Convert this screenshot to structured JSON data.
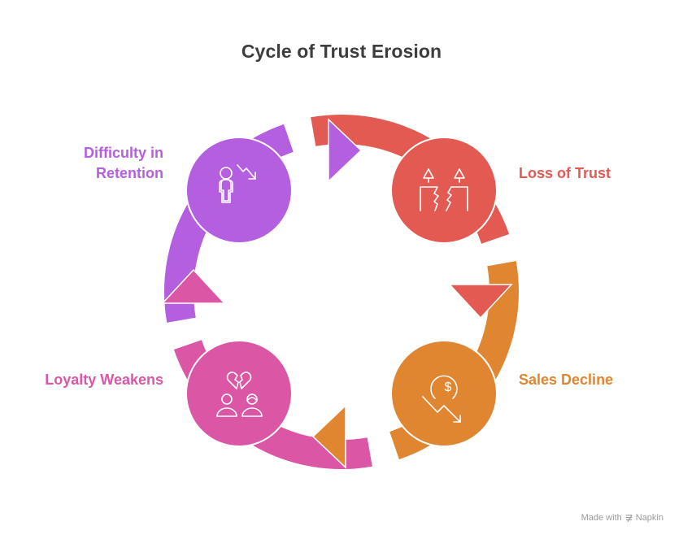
{
  "title": "Cycle of Trust Erosion",
  "stages": [
    {
      "id": "loss-of-trust",
      "label": "Loss of Trust",
      "color": "#e25a52",
      "icon": "broken-bond-icon"
    },
    {
      "id": "sales-decline",
      "label": "Sales Decline",
      "color": "#e08530",
      "icon": "dollar-decline-icon"
    },
    {
      "id": "loyalty-weakens",
      "label": "Loyalty Weakens",
      "color": "#dc56a6",
      "icon": "broken-heart-couple-icon"
    },
    {
      "id": "difficulty-in-retention",
      "label_line1": "Difficulty in",
      "label_line2": "Retention",
      "color": "#b45ee0",
      "icon": "person-decline-icon"
    }
  ],
  "footer": {
    "made_with": "Made with",
    "brand": "Napkin"
  }
}
